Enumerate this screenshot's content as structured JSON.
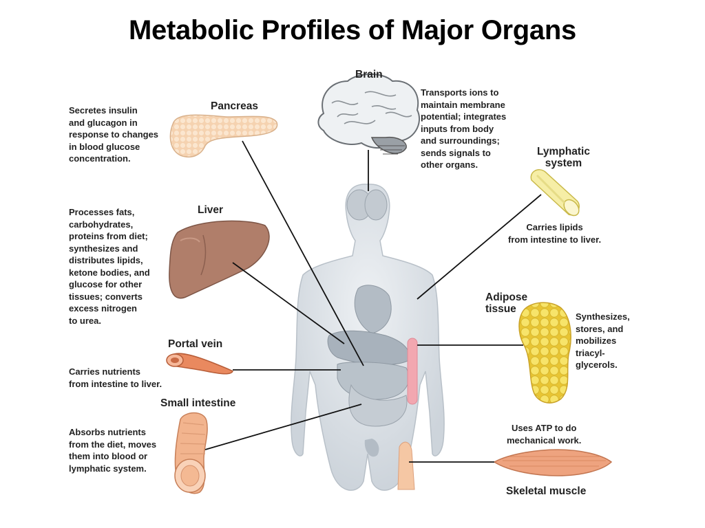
{
  "title": "Metabolic Profiles of Major Organs",
  "organs": {
    "brain": {
      "name": "Brain",
      "description": "Transports ions to\nmaintain membrane\npotential; integrates\ninputs from body\nand surroundings;\nsends signals to\nother organs."
    },
    "pancreas": {
      "name": "Pancreas",
      "description": "Secretes insulin\nand glucagon in\nresponse to changes\nin blood glucose\nconcentration."
    },
    "lymphatic": {
      "name": "Lymphatic\nsystem",
      "description": "Carries lipids\nfrom intestine to liver."
    },
    "liver": {
      "name": "Liver",
      "description": "Processes fats,\ncarbohydrates,\nproteins from diet;\nsynthesizes and\ndistributes lipids,\nketone bodies, and\nglucose for other\ntissues; converts\nexcess nitrogen\nto urea."
    },
    "adipose": {
      "name": "Adipose\ntissue",
      "description": "Synthesizes,\nstores, and\nmobilizes\ntriacyl-\nglycerols."
    },
    "portal_vein": {
      "name": "Portal vein",
      "description": "Carries nutrients\nfrom intestine to liver."
    },
    "small_intestine": {
      "name": "Small intestine",
      "description": "Absorbs nutrients\nfrom the diet, moves\nthem into blood or\nlymphatic system."
    },
    "skeletal_muscle": {
      "name": "Skeletal muscle",
      "description": "Uses ATP to do\nmechanical work."
    }
  },
  "icons": [
    "brain-icon",
    "pancreas-icon",
    "liver-icon",
    "lymphatic-vessel-icon",
    "adipose-tissue-icon",
    "portal-vein-icon",
    "small-intestine-icon",
    "skeletal-muscle-icon",
    "human-body-icon"
  ],
  "colors": {
    "body": "#d7dde3",
    "organs_inside": "#a9b3bd",
    "pancreas": "#f7dcc0",
    "liver": "#b07e6a",
    "portal_vein": "#e9895f",
    "intestine": "#f2b48e",
    "adipose": "#f4de5a",
    "muscle": "#eea37f",
    "lymph": "#f6eea6",
    "brain": "#eceff1",
    "connector": "#111111"
  }
}
